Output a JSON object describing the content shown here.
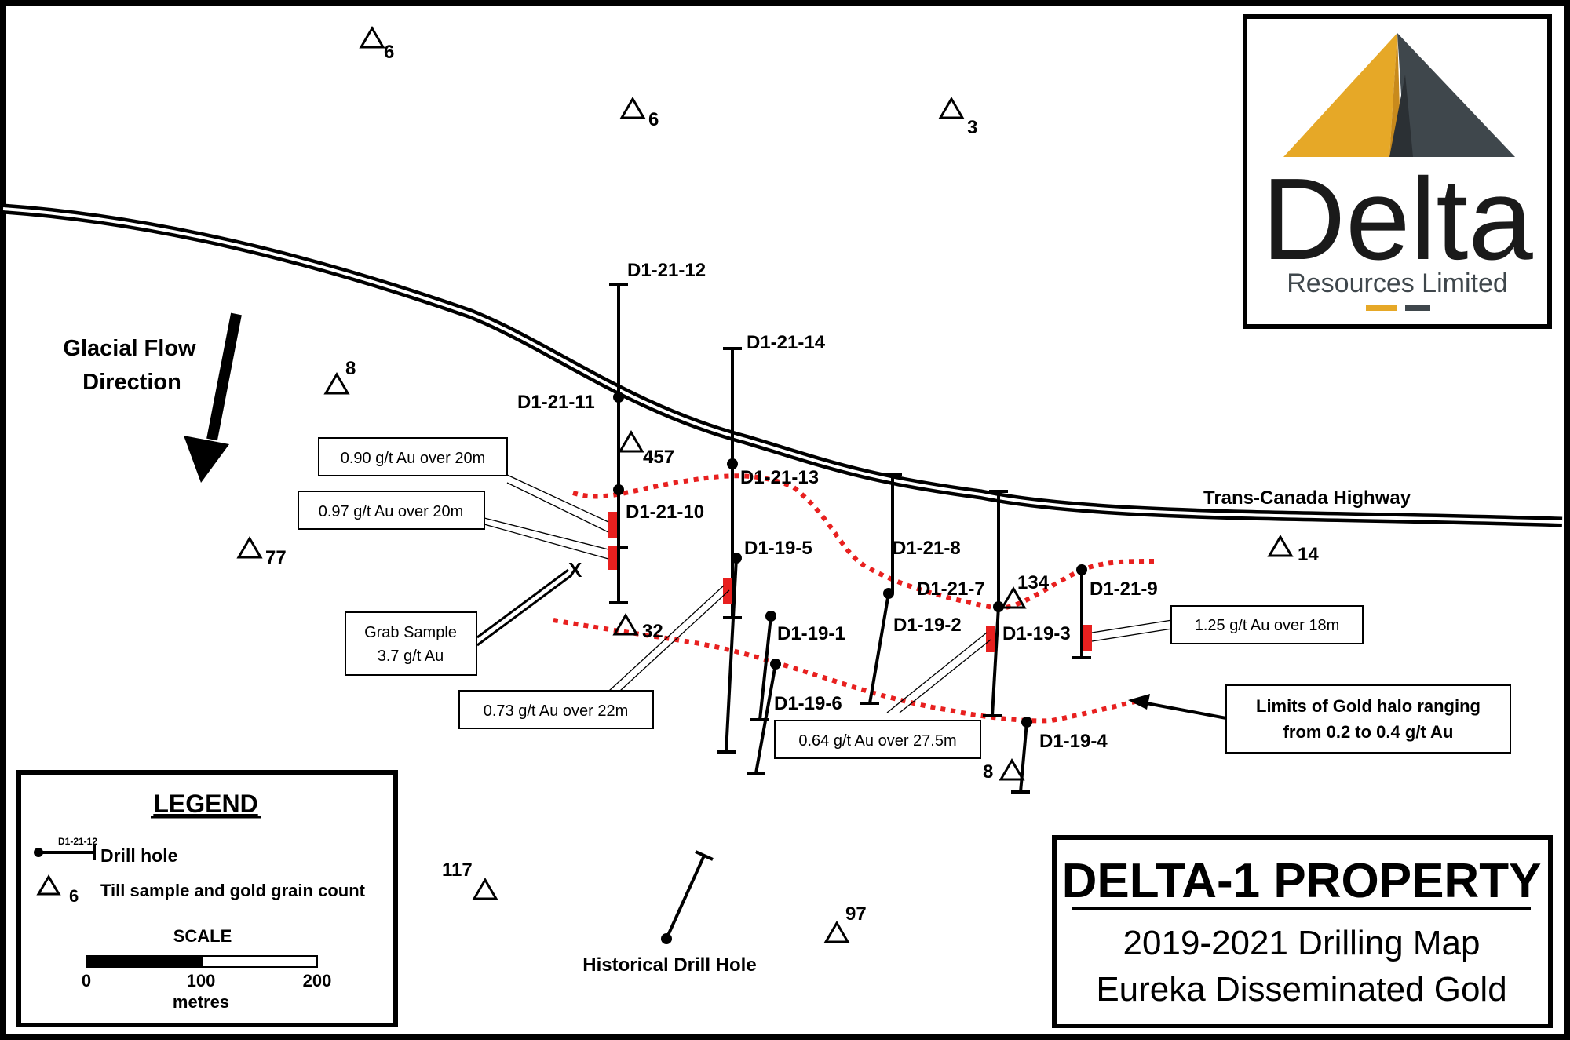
{
  "logo": {
    "name": "Delta",
    "subtitle": "Resources Limited",
    "colors": {
      "gold": "#e6a827",
      "dark": "#3f474c"
    }
  },
  "title_block": {
    "title": "DELTA-1 PROPERTY",
    "line1": "2019-2021 Drilling Map",
    "line2": "Eureka Disseminated Gold"
  },
  "legend": {
    "heading": "LEGEND",
    "drill_hole_sample_id": "D1-21-12",
    "drill_hole_label": "Drill hole",
    "till_sample_value": "6",
    "till_sample_label": "Till sample and gold grain count",
    "scale_title": "SCALE",
    "scale_ticks": [
      "0",
      "100",
      "200"
    ],
    "scale_unit": "metres"
  },
  "glacial_flow": {
    "line1": "Glacial Flow",
    "line2": "Direction"
  },
  "highway_label": "Trans-Canada Highway",
  "historical_label": "Historical Drill Hole",
  "halo_callout": {
    "line1": "Limits of Gold halo ranging",
    "line2": "from 0.2 to 0.4 g/t Au"
  },
  "grab_sample": {
    "line1": "Grab Sample",
    "line2": "3.7 g/t Au"
  },
  "callouts": [
    "0.90 g/t Au over 20m",
    "0.97 g/t Au over 20m",
    "0.73 g/t Au over 22m",
    "0.64 g/t Au over 27.5m",
    "1.25 g/t Au over 18m"
  ],
  "drill_holes": [
    "D1-21-12",
    "D1-21-11",
    "D1-21-10",
    "D1-21-14",
    "D1-21-13",
    "D1-19-5",
    "D1-19-1",
    "D1-19-6",
    "D1-21-8",
    "D1-21-7",
    "D1-19-2",
    "D1-19-3",
    "D1-21-9",
    "D1-19-4"
  ],
  "grab_marker": "X",
  "till_samples": [
    "6",
    "6",
    "3",
    "8",
    "457",
    "77",
    "32",
    "134",
    "14",
    "8",
    "117",
    "97"
  ]
}
